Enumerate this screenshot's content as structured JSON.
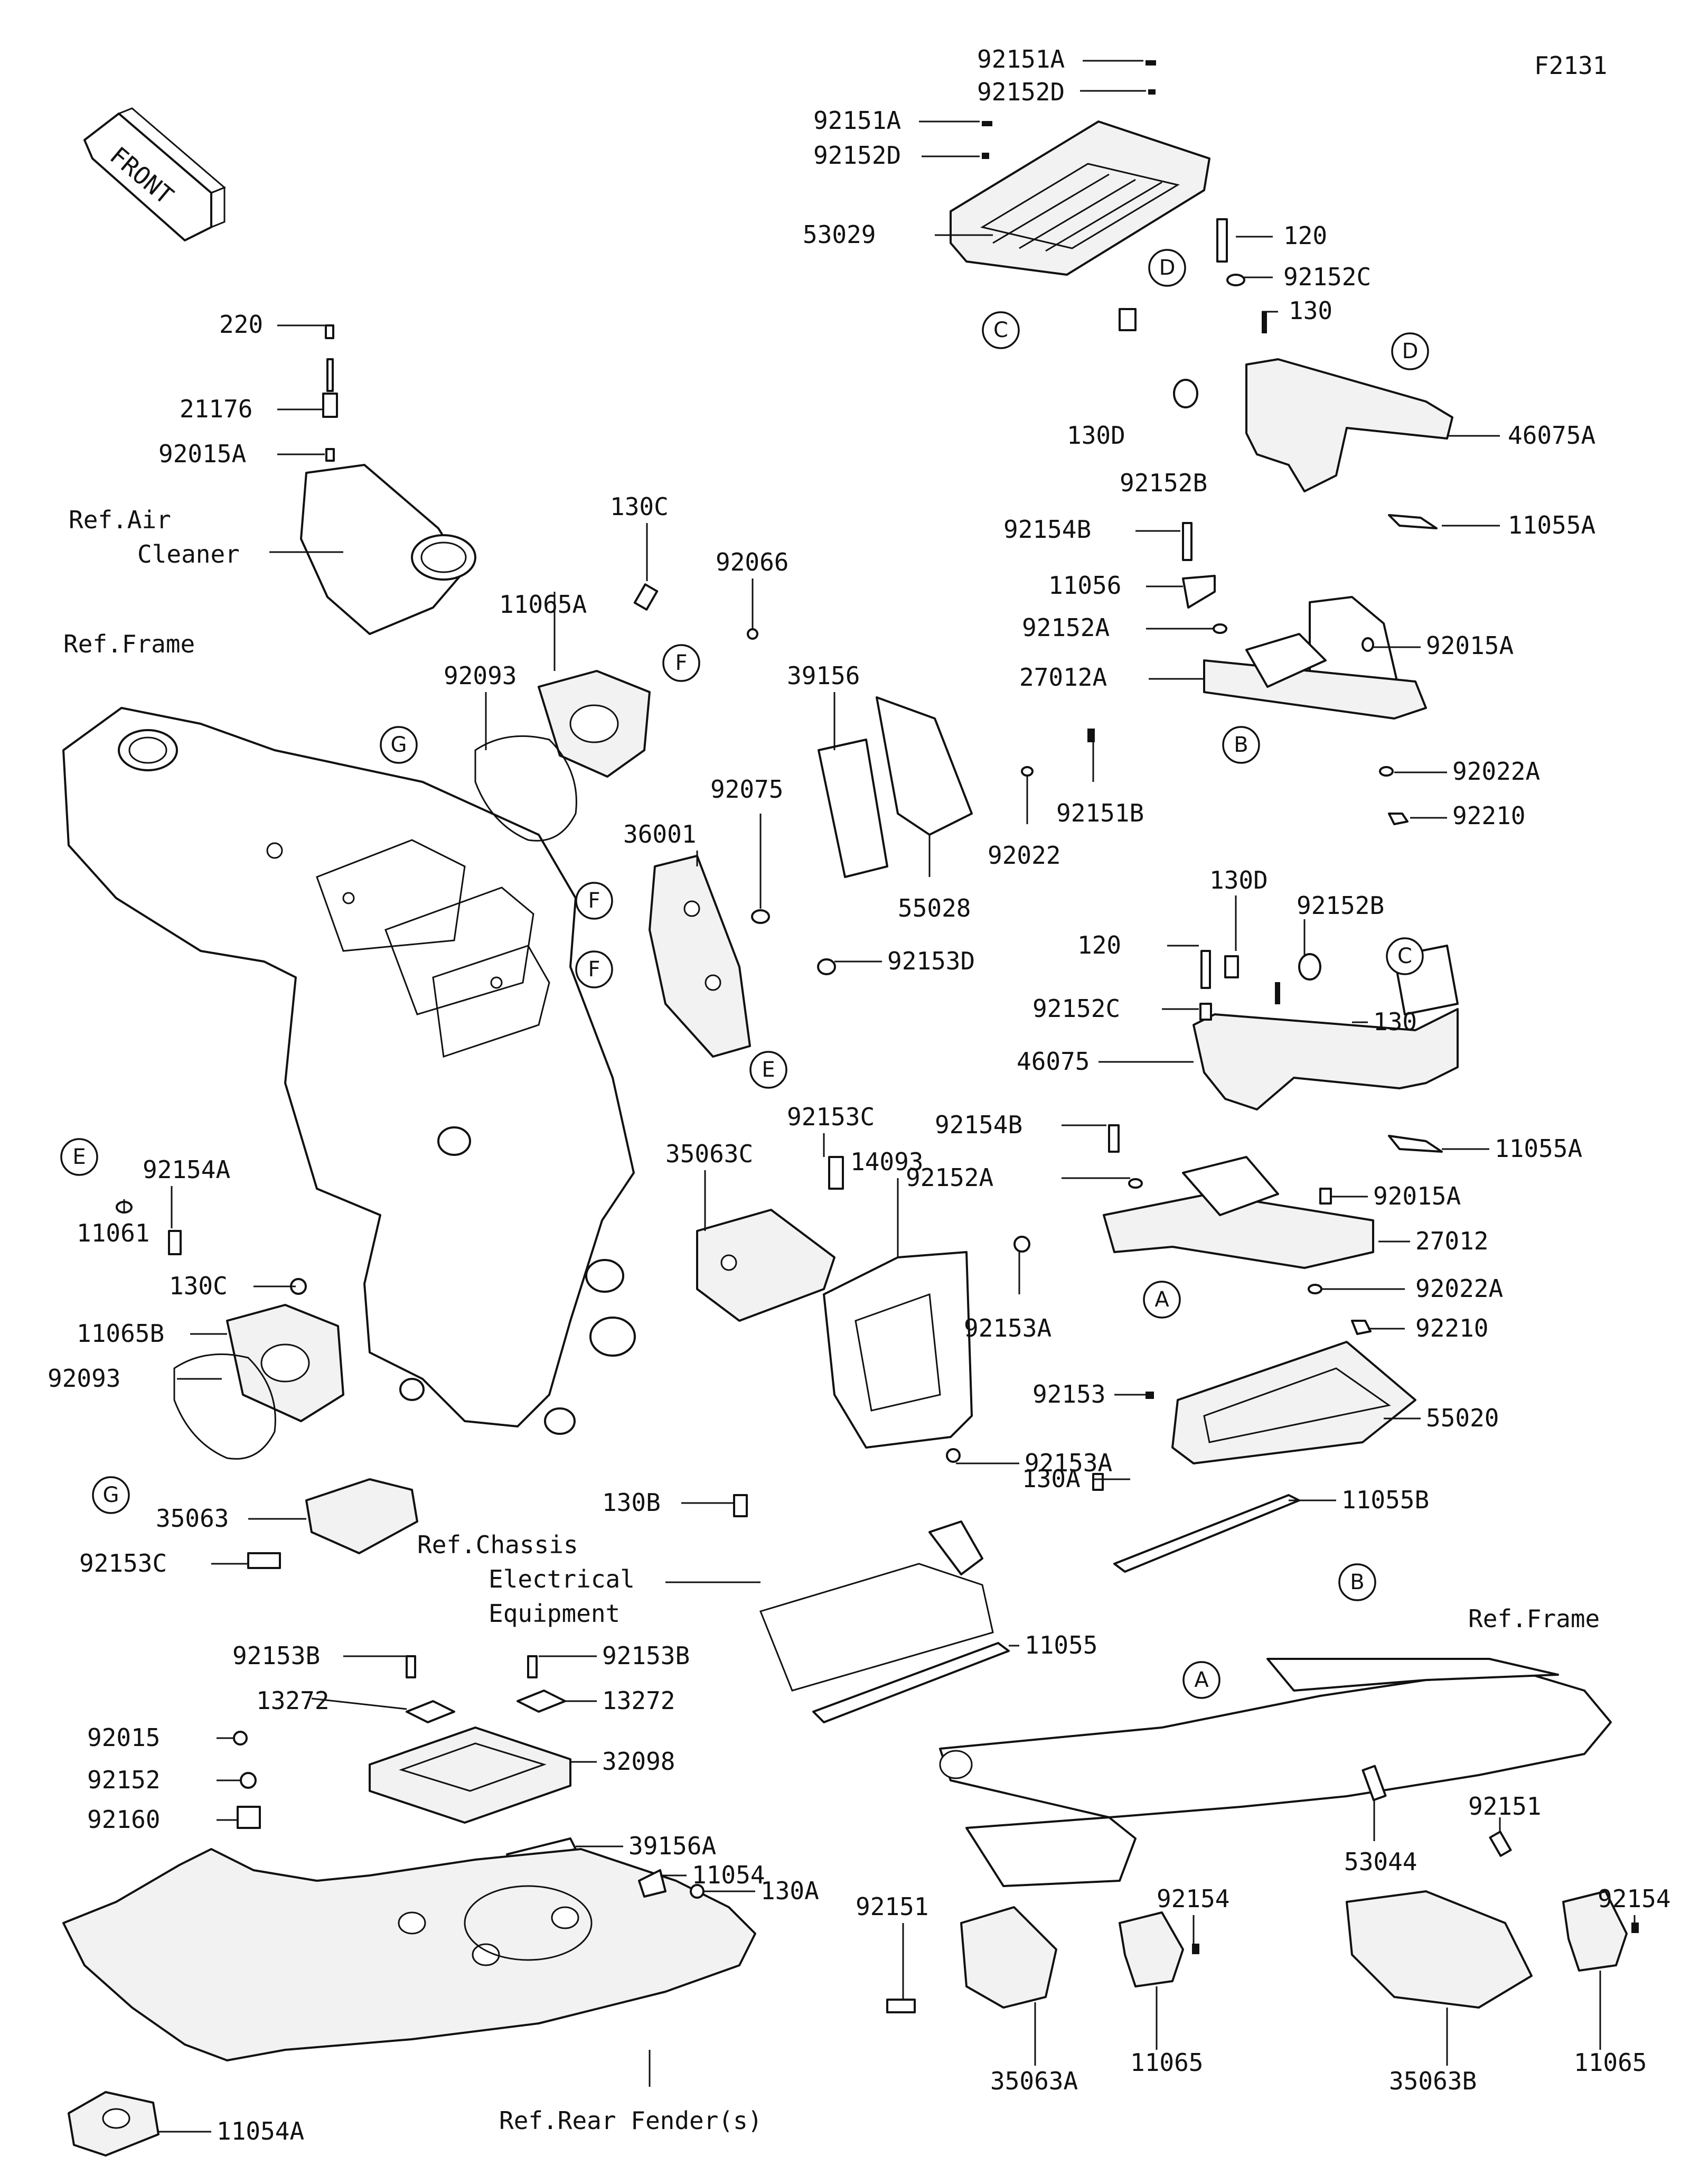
{
  "diagram_code": "F2131",
  "front_arrow_label": "FRONT",
  "callout_letters": {
    "a": "A",
    "b": "B",
    "c": "C",
    "d": "D",
    "e": "E",
    "f": "F",
    "g": "G"
  },
  "references": {
    "air_cleaner_1": "Ref.Air",
    "air_cleaner_2": "Cleaner",
    "frame_left": "Ref.Frame",
    "frame_right": "Ref.Frame",
    "chassis_1": "Ref.Chassis",
    "chassis_2": "Electrical",
    "chassis_3": "Equipment",
    "rear_fender": "Ref.Rear Fender(s)"
  },
  "parts": {
    "p92151A_top": "92151A",
    "p92152D_top": "92152D",
    "p92151A_mid": "92151A",
    "p92152D_mid": "92152D",
    "p53029": "53029",
    "p120_top": "120",
    "p92152C_top": "92152C",
    "p130_top": "130",
    "p130D_top": "130D",
    "p92152B_top": "92152B",
    "p46075A": "46075A",
    "p11055A_top": "11055A",
    "p92154B_top": "92154B",
    "p11056": "11056",
    "p92152A_top": "92152A",
    "p92015A_top": "92015A",
    "p27012A": "27012A",
    "p92022A_top": "92022A",
    "p92210_top": "92210",
    "p220": "220",
    "p21176": "21176",
    "p92015A_air": "92015A",
    "p130C_top": "130C",
    "p92066": "92066",
    "p11065A": "11065A",
    "p92093_top": "92093",
    "p39156": "39156",
    "p92075": "92075",
    "p36001": "36001",
    "p55028": "55028",
    "p92022": "92022",
    "p92151B": "92151B",
    "p92153D": "92153D",
    "p130D_mid": "130D",
    "p92152B_mid": "92152B",
    "p120_mid": "120",
    "p92152C_mid": "92152C",
    "p130_mid": "130",
    "p46075": "46075",
    "p11055A_mid": "11055A",
    "p92154A": "92154A",
    "p11061": "11061",
    "p92153C_mid": "92153C",
    "p35063C": "35063C",
    "p14093": "14093",
    "p92154B_mid": "92154B",
    "p92152A_mid": "92152A",
    "p92015A_mid": "92015A",
    "p27012": "27012",
    "p92153A_top": "92153A",
    "p92022A_mid": "92022A",
    "p92210_mid": "92210",
    "p130C_mid": "130C",
    "p11065B": "11065B",
    "p92093_mid": "92093",
    "p92153": "92153",
    "p55020": "55020",
    "p92153A_bot": "92153A",
    "p35063": "35063",
    "p92153C_bot": "92153C",
    "p130B": "130B",
    "p130A_top": "130A",
    "p11055B": "11055B",
    "p11055": "11055",
    "p92153B_left": "92153B",
    "p92153B_right": "92153B",
    "p13272_left": "13272",
    "p13272_right": "13272",
    "p32098": "32098",
    "p92015": "92015",
    "p92152": "92152",
    "p92160": "92160",
    "p39156A": "39156A",
    "p11054": "11054",
    "p130A_bot": "130A",
    "p11054A": "11054A",
    "p92151_left": "92151",
    "p92154_mid": "92154",
    "p92151_right": "92151",
    "p92154_right": "92154",
    "p53044": "53044",
    "p35063A": "35063A",
    "p11065_left": "11065",
    "p35063B": "35063B",
    "p11065_right": "11065"
  }
}
